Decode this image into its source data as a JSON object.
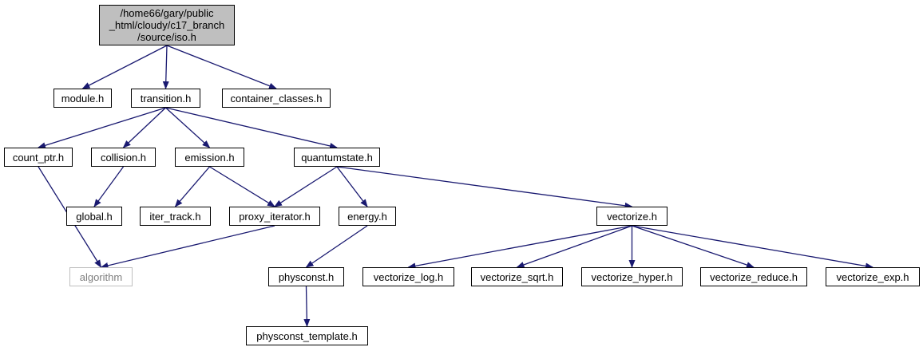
{
  "colors": {
    "edge": "#191970",
    "root_fill": "#bfbfbf",
    "node_border": "#000000",
    "external_border": "#bfbfbf",
    "external_text": "#7f7f7f"
  },
  "root": {
    "lines": [
      "/home66/gary/public",
      "_html/cloudy/c17_branch",
      "/source/iso.h"
    ]
  },
  "nodes": {
    "module": "module.h",
    "transition": "transition.h",
    "container_classes": "container_classes.h",
    "count_ptr": "count_ptr.h",
    "collision": "collision.h",
    "emission": "emission.h",
    "quantumstate": "quantumstate.h",
    "global": "global.h",
    "iter_track": "iter_track.h",
    "proxy_iterator": "proxy_iterator.h",
    "energy": "energy.h",
    "vectorize": "vectorize.h",
    "algorithm": "algorithm",
    "physconst": "physconst.h",
    "vectorize_log": "vectorize_log.h",
    "vectorize_sqrt": "vectorize_sqrt.h",
    "vectorize_hyper": "vectorize_hyper.h",
    "vectorize_reduce": "vectorize_reduce.h",
    "vectorize_exp": "vectorize_exp.h",
    "physconst_template": "physconst_template.h"
  },
  "edges": [
    [
      "root",
      "module"
    ],
    [
      "root",
      "transition"
    ],
    [
      "root",
      "container_classes"
    ],
    [
      "transition",
      "count_ptr"
    ],
    [
      "transition",
      "collision"
    ],
    [
      "transition",
      "emission"
    ],
    [
      "transition",
      "quantumstate"
    ],
    [
      "count_ptr",
      "algorithm"
    ],
    [
      "collision",
      "global"
    ],
    [
      "emission",
      "iter_track"
    ],
    [
      "emission",
      "proxy_iterator"
    ],
    [
      "quantumstate",
      "proxy_iterator"
    ],
    [
      "quantumstate",
      "energy"
    ],
    [
      "quantumstate",
      "vectorize"
    ],
    [
      "proxy_iterator",
      "algorithm"
    ],
    [
      "energy",
      "physconst"
    ],
    [
      "physconst",
      "physconst_template"
    ],
    [
      "vectorize",
      "vectorize_log"
    ],
    [
      "vectorize",
      "vectorize_sqrt"
    ],
    [
      "vectorize",
      "vectorize_hyper"
    ],
    [
      "vectorize",
      "vectorize_reduce"
    ],
    [
      "vectorize",
      "vectorize_exp"
    ]
  ]
}
